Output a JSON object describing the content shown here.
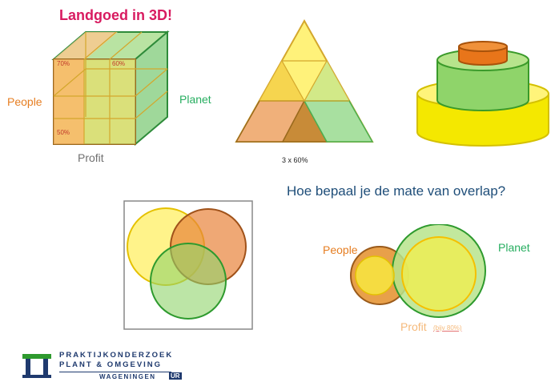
{
  "title": "Landgoed in 3D!",
  "cube": {
    "label_people": "People",
    "label_planet": "Planet",
    "label_profit": "Profit",
    "pct_top_left": "70%",
    "pct_top_right": "60%",
    "pct_left_lower": "50%"
  },
  "triangle": {
    "caption": "3 x 60%"
  },
  "question": "Hoe bepaal je de mate van overlap?",
  "overlap": {
    "label_people": "People",
    "label_planet": "Planet",
    "label_profit": "Profit",
    "note": "(bijv 80%)"
  },
  "logo": {
    "line1": "PRAKTIJKONDERZOEK",
    "line2": "PLANT & OMGEVING",
    "line3": "WAGENINGEN",
    "badge": "UR"
  },
  "colors": {
    "people": "#e67e22",
    "planet": "#27ae60",
    "profit_yellow": "#ffeb3b",
    "title": "#d81b60",
    "question": "#1f4e79",
    "logo": "#1f3a6e"
  }
}
